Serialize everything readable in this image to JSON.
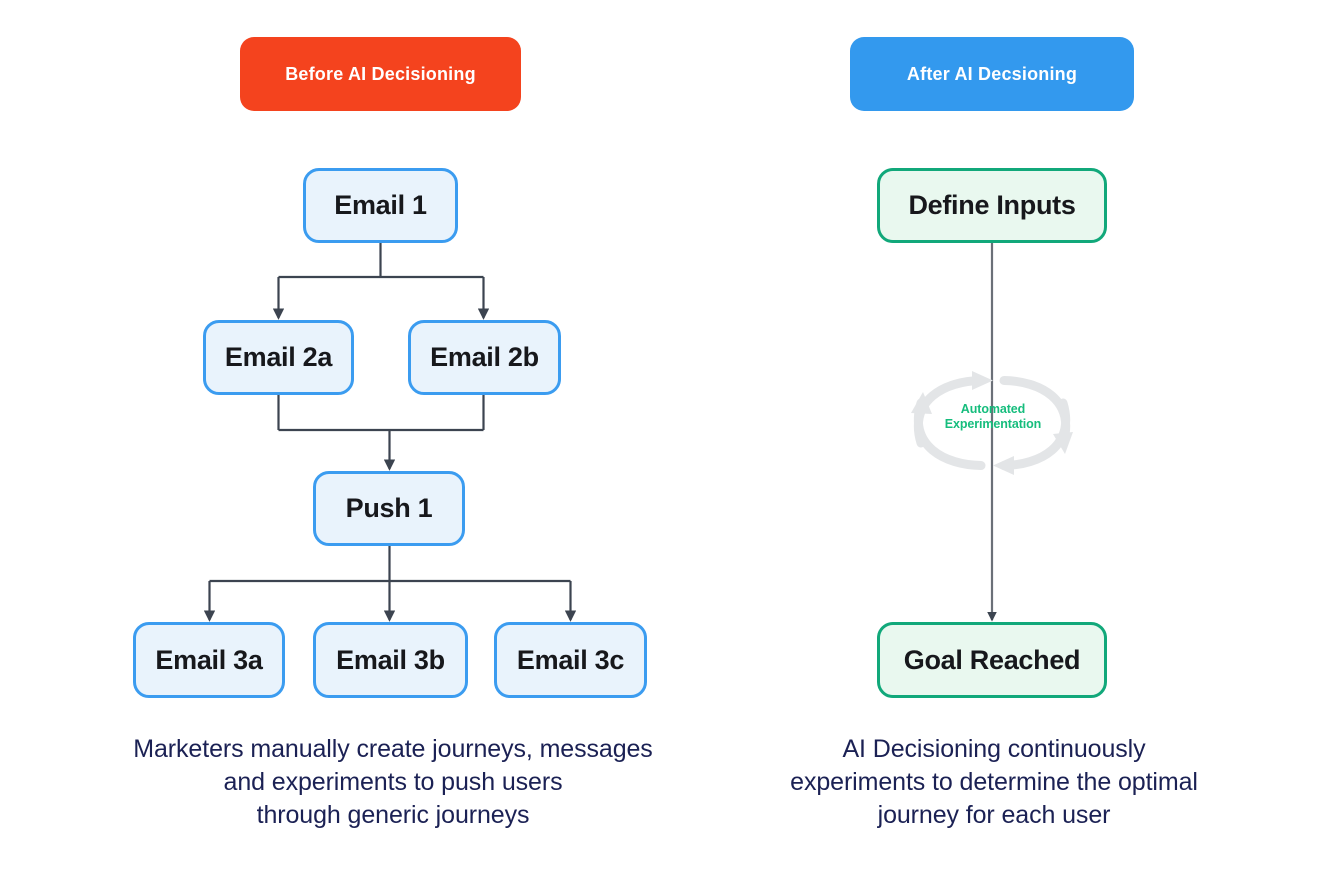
{
  "panels": {
    "before": {
      "header": "Before AI Decisioning",
      "header_color": "#f4431e",
      "node_fill": "#e9f3fc",
      "node_border": "#3b9cf0",
      "nodes": [
        {
          "id": "email1",
          "label": "Email 1"
        },
        {
          "id": "email2a",
          "label": "Email 2a"
        },
        {
          "id": "email2b",
          "label": "Email 2b"
        },
        {
          "id": "push1",
          "label": "Push 1"
        },
        {
          "id": "email3a",
          "label": "Email 3a"
        },
        {
          "id": "email3b",
          "label": "Email 3b"
        },
        {
          "id": "email3c",
          "label": "Email 3c"
        }
      ],
      "caption_lines": [
        "Marketers manually create journeys, messages",
        "and experiments to push users",
        "through generic journeys"
      ]
    },
    "after": {
      "header": "After AI Decsioning",
      "header_color": "#3399ee",
      "node_fill": "#e9f8ef",
      "node_border": "#11a87a",
      "nodes": [
        {
          "id": "define",
          "label": "Define Inputs"
        },
        {
          "id": "goal",
          "label": "Goal Reached"
        }
      ],
      "loop": {
        "line1": "Automated",
        "line2": "Experimentation",
        "text_color": "#16bd7d",
        "arc_color": "#e3e5e7"
      },
      "caption_lines": [
        "AI Decisioning continuously",
        "experiments to determine the optimal",
        "journey for each user"
      ]
    }
  },
  "colors": {
    "connector": "#3c4450",
    "caption_text": "#1b2154",
    "node_text": "#17181c",
    "background": "#ffffff"
  }
}
